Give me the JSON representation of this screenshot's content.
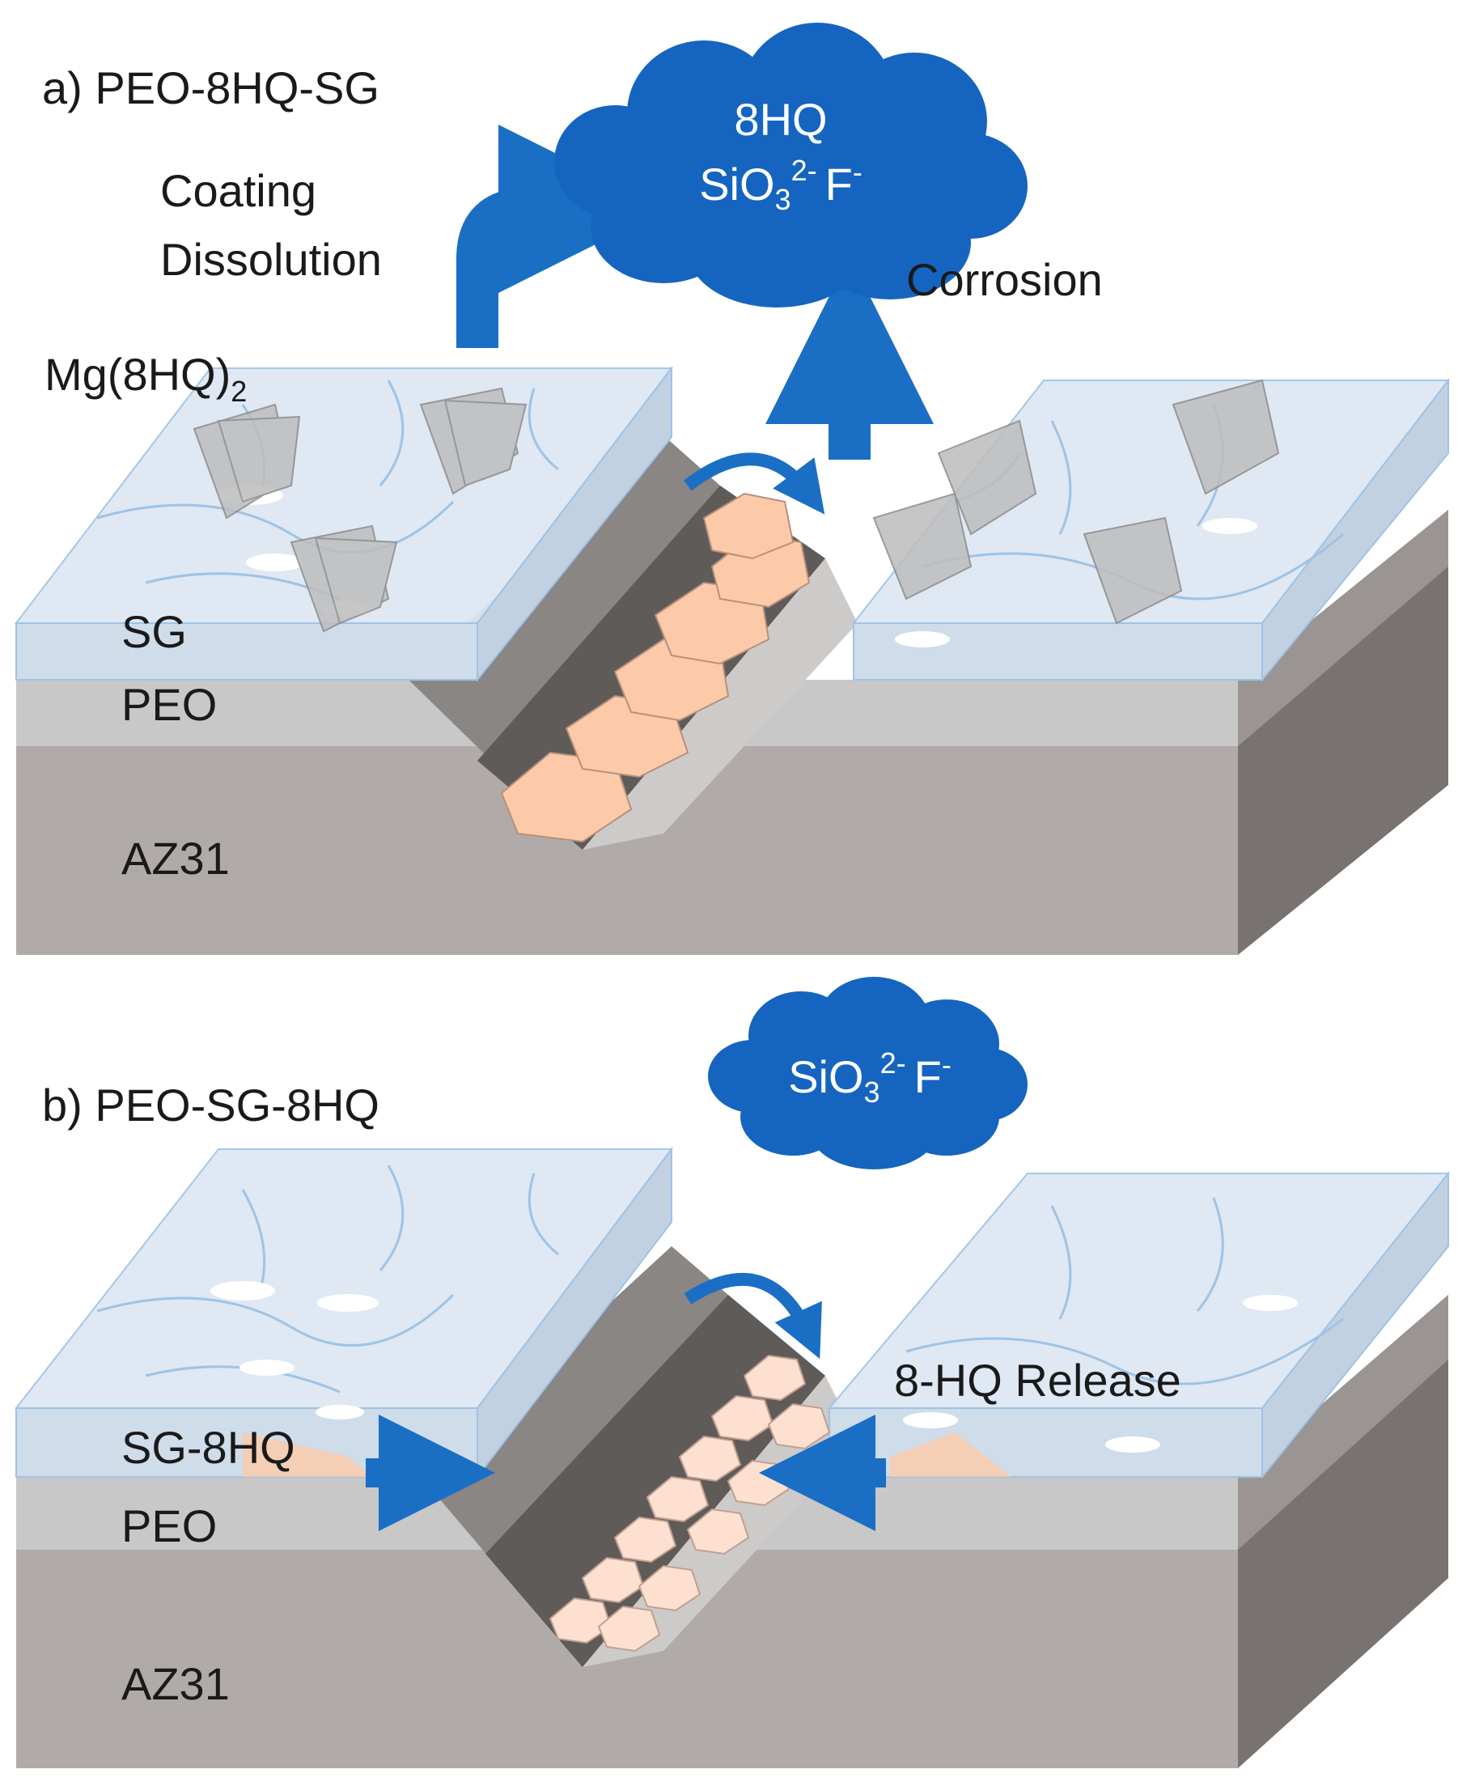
{
  "panel_a": {
    "title": "a) PEO-8HQ-SG",
    "process_label_line1": "Coating",
    "process_label_line2": "Dissolution",
    "complex_label": "Mg(8HQ)",
    "complex_subscript": "2",
    "cloud_line1": "8HQ",
    "cloud_ion1": "SiO",
    "cloud_ion1_sub": "3",
    "cloud_ion1_sup": "2-",
    "cloud_ion2": "F",
    "cloud_ion2_sup": "-",
    "corrosion_label": "Corrosion",
    "layer_top": "SG",
    "layer_mid": "PEO",
    "layer_base": "AZ31"
  },
  "panel_b": {
    "title": "b) PEO-SG-8HQ",
    "cloud_ion1": "SiO",
    "cloud_ion1_sub": "3",
    "cloud_ion1_sup": "2-",
    "cloud_ion2": "F",
    "cloud_ion2_sup": "-",
    "release_label": "8-HQ Release",
    "layer_top": "SG-8HQ",
    "layer_mid": "PEO",
    "layer_base": "AZ31"
  },
  "colors": {
    "cloud_blue": "#1565c0",
    "arrow_blue": "#1a6fc4",
    "glass_fill": "#dde7f3",
    "glass_edge": "#9ec3e6",
    "peo_gray": "#c8c8c8",
    "substrate_gray": "#b0aba8",
    "side_dark": "#787370",
    "corrosion_orange": "#fccaa8",
    "corrosion_light": "#fde0cf"
  }
}
